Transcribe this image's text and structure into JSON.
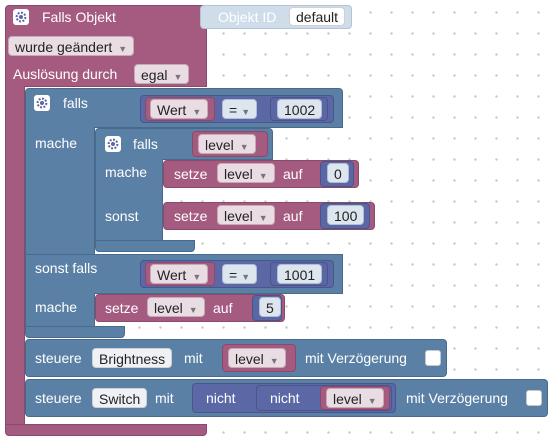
{
  "event": {
    "title": "Falls Objekt",
    "object_id_label": "Objekt ID",
    "object_id_value": "default",
    "change_value": "wurde geändert",
    "trigger_label": "Auslösung durch",
    "trigger_value": "egal"
  },
  "if1": {
    "if_label": "falls",
    "cond_left": "Wert",
    "op": "=",
    "cond_right": "1002",
    "do_label": "mache",
    "elseif_label": "sonst falls",
    "cond2_left": "Wert",
    "op2": "=",
    "cond2_right": "1001",
    "do2_label": "mache"
  },
  "if2": {
    "if_label": "falls",
    "var": "level",
    "do_label": "mache",
    "else_label": "sonst",
    "set1": {
      "label": "setze",
      "var": "level",
      "to": "auf",
      "value": "0"
    },
    "set2": {
      "label": "setze",
      "var": "level",
      "to": "auf",
      "value": "100"
    }
  },
  "set3": {
    "label": "setze",
    "var": "level",
    "to": "auf",
    "value": "5"
  },
  "control1": {
    "label": "steuere",
    "target": "Brightness",
    "with": "mit",
    "var": "level",
    "delay_label": "mit Verzögerung"
  },
  "control2": {
    "label": "steuere",
    "target": "Switch",
    "with": "mit",
    "not1": "nicht",
    "not2": "nicht",
    "var": "level",
    "delay_label": "mit Verzögerung"
  }
}
